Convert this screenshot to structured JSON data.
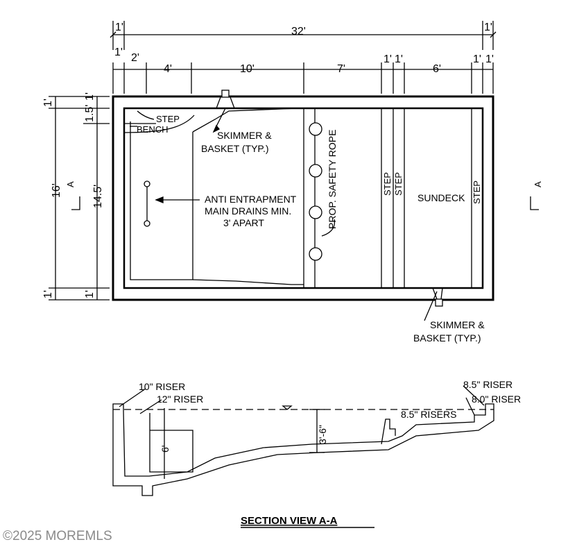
{
  "plan": {
    "dimensions_top": {
      "overall": "32'",
      "left_edge": "1'",
      "right_edge": "1'"
    },
    "dimensions_second": [
      "1'",
      "2'",
      "4'",
      "10'",
      "7'",
      "1'",
      "1'",
      "6'",
      "1'",
      "1'"
    ],
    "dimensions_left": {
      "overall": "16'",
      "top": "1'",
      "bottom": "1'"
    },
    "dimensions_inner_left": {
      "overall": "14.5'",
      "top": "1.5'",
      "top2": "1'",
      "bottom": "1'"
    },
    "labels": {
      "step": "STEP",
      "bench": "BENCH",
      "skimmer_top": [
        "SKIMMER &",
        "BASKET (TYP.)"
      ],
      "drains": [
        "ANTI ENTRAPMENT",
        "MAIN DRAINS MIN.",
        "3' APART"
      ],
      "safety_rope": "PROP. SAFETY ROPE",
      "step_a": "STEP",
      "step_b": "STEP",
      "sundeck": "SUNDECK",
      "step_c": "STEP",
      "skimmer_bottom": [
        "SKIMMER &",
        "BASKET (TYP.)"
      ],
      "section_mark": "A"
    }
  },
  "section": {
    "title": "SECTION VIEW A-A",
    "labels": {
      "riser_10": "10\" RISER",
      "riser_12": "12\" RISER",
      "depth_6": "6'",
      "depth_36": "3'-6\"",
      "risers_85": "8.5\" RISERS",
      "riser_85": "8.5\" RISER",
      "riser_80": "8.0\" RISER"
    }
  },
  "watermark": "©2025 MOREMLS",
  "colors": {
    "line": "#000000",
    "watermark": "#8a8a8a"
  }
}
